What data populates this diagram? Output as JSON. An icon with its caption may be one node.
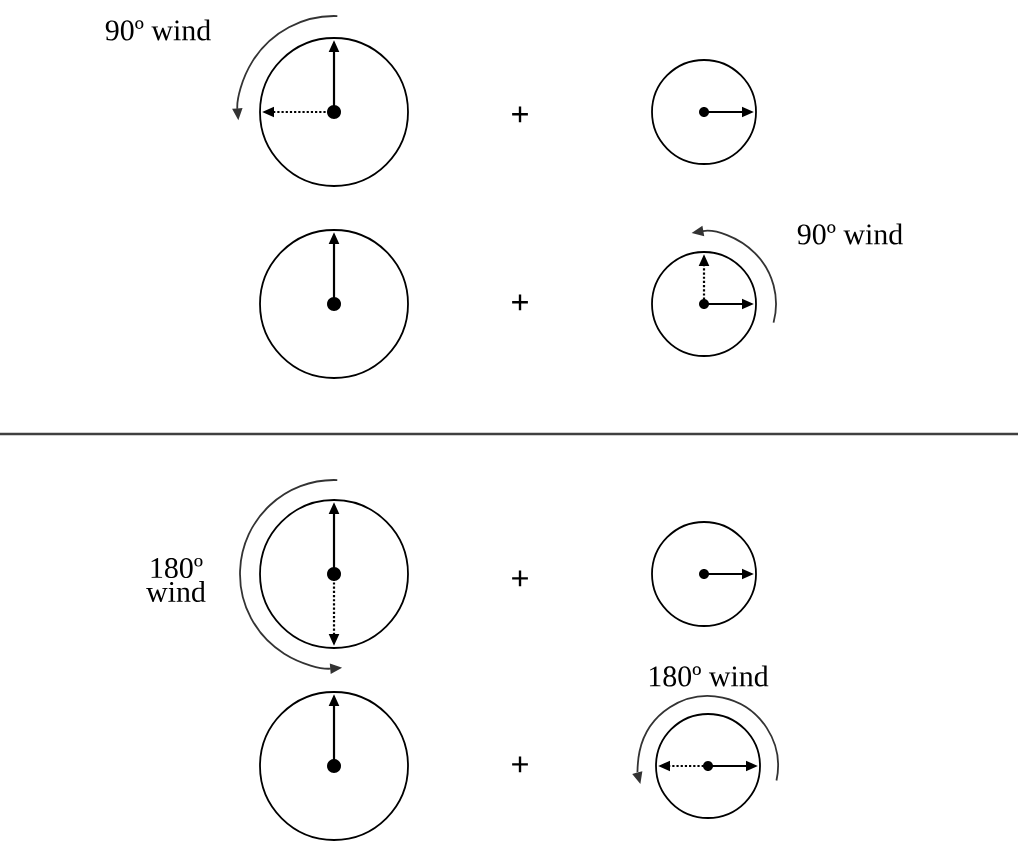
{
  "diagram": {
    "nodes": [
      {
        "text": [],
        "shape": "circle"
      },
      {
        "text": [],
        "shape": "circle"
      },
      {
        "text": [],
        "shape": "circle"
      },
      {
        "text": [],
        "shape": "circle"
      },
      {
        "text": [],
        "shape": "circle"
      },
      {
        "text": [],
        "shape": "circle"
      },
      {
        "text": [],
        "shape": "circle"
      },
      {
        "text": [],
        "shape": "circle"
      }
    ],
    "labels": [
      "90º wind",
      "+",
      "90º wind",
      "+",
      "180º wind",
      "+",
      "180º wind",
      "+"
    ]
  }
}
